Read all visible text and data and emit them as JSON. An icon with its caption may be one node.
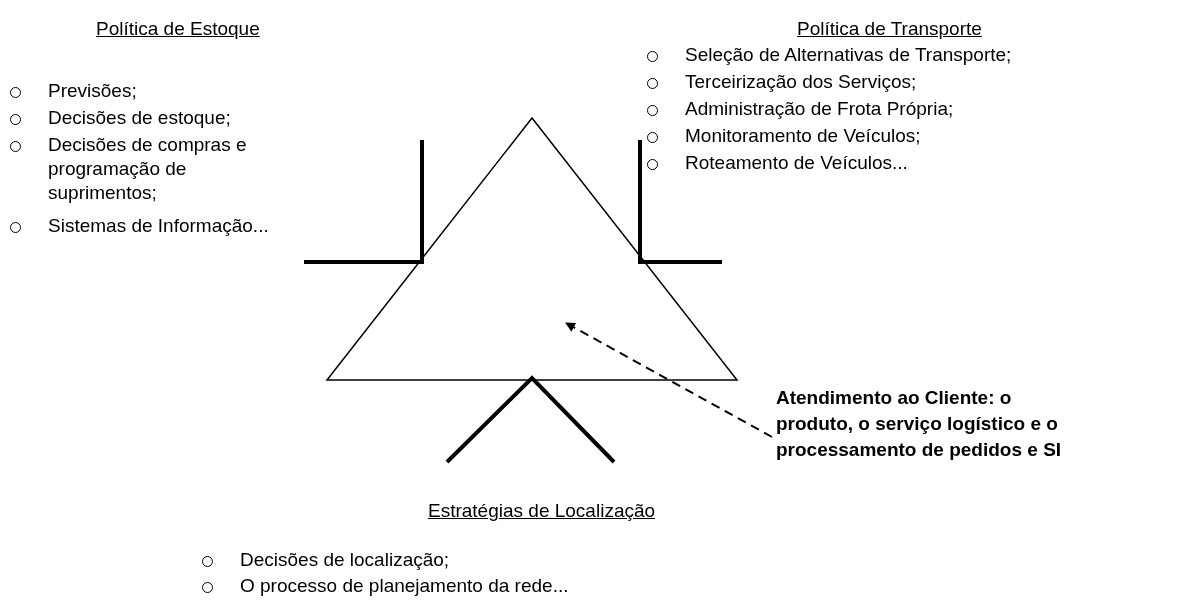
{
  "diagram": {
    "nodes": [
      {
        "text": [
          "Atendimento ao Cliente: o produto, o serviço logístico e o processamento de pedidos e SI"
        ]
      },
      {
        "text": [],
        "shape": "triangle"
      }
    ],
    "edges": [
      {
        "from": 0,
        "to": 1,
        "arrow": "to",
        "style": "dashed"
      }
    ],
    "labels": [
      "Política de Estoque",
      "Previsões;",
      "Decisões de estoque;",
      "Decisões de compras e programação de suprimentos;",
      "Sistemas de Informação...",
      "Política de Transporte",
      "Seleção de Alternativas de Transporte;",
      "Terceirização dos Serviços;",
      "Administração de Frota Própria;",
      "Monitoramento de Veículos;",
      "Roteamento de Veículos...",
      "Estratégias de Localização",
      "Decisões de localização;",
      "O processo de planejamento da rede..."
    ]
  }
}
